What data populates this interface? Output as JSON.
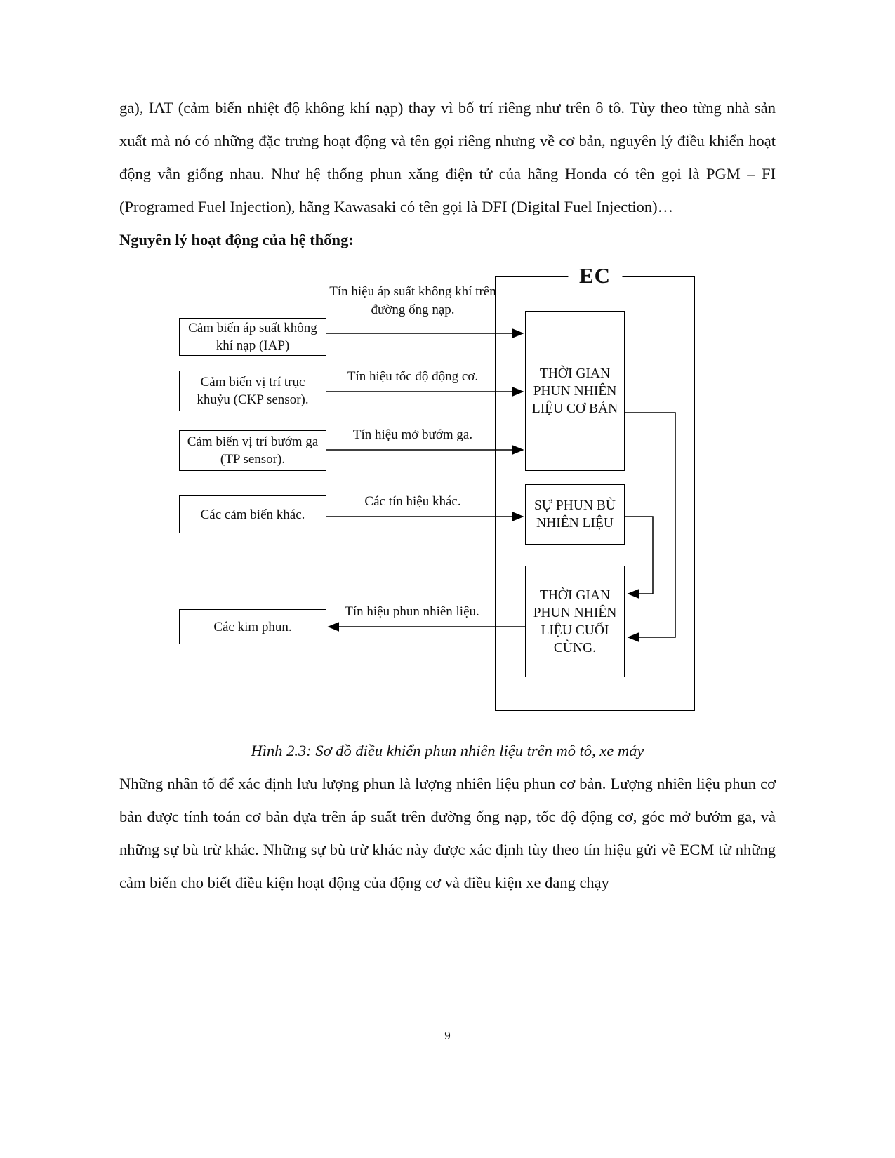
{
  "document": {
    "paragraph_top": "ga), IAT (cảm biến nhiệt độ không khí nạp) thay vì bố trí riêng như trên ô tô. Tùy theo từng nhà sản xuất mà nó có những đặc trưng hoạt động và tên gọi riêng nhưng về cơ bản, nguyên lý điều khiển hoạt động vẫn giống nhau. Như hệ thống phun xăng điện tử của hãng Honda có tên gọi là PGM – FI (Programed Fuel Injection), hãng Kawasaki có tên gọi là DFI (Digital Fuel Injection)…",
    "heading": "Nguyên lý hoạt động của hệ thống:",
    "caption": "Hình 2.3: Sơ đồ điều khiển phun nhiên liệu trên mô tô, xe máy",
    "paragraph_bottom": "Những nhân tố để xác định lưu lượng phun là lượng nhiên liệu phun cơ bản. Lượng nhiên liệu phun cơ bản được tính toán cơ bản dựa trên áp suất trên đường ống nạp, tốc độ động cơ, góc mở bướm ga, và những sự bù trừ khác. Những sự bù trừ khác này được xác định tùy theo tín hiệu gửi về ECM từ những cảm biến cho biết điều kiện hoạt động của động cơ và điều kiện xe đang chạy",
    "page_number": "9"
  },
  "diagram": {
    "ec_label": "EC",
    "sensor_boxes": [
      "Cảm biến áp suất không khí nạp (IAP)",
      "Cảm biến vị trí trục khuỷu (CKP sensor).",
      "Cảm biến vị trí bướm ga (TP sensor).",
      "Các cảm biến khác."
    ],
    "actuator_box": "Các kim phun.",
    "signal_labels": [
      "Tín hiệu áp suất không khí trên đường ống nạp.",
      "Tín hiệu tốc độ động cơ.",
      "Tín hiệu mở bướm ga.",
      "Các tín hiệu khác.",
      "Tín hiệu phun nhiên liệu."
    ],
    "ecu_blocks": [
      "THỜI GIAN PHUN NHIÊN LIỆU CƠ BẢN",
      "SỰ PHUN BÙ NHIÊN LIỆU",
      "THỜI GIAN PHUN NHIÊN LIỆU CUỐI CÙNG."
    ]
  }
}
